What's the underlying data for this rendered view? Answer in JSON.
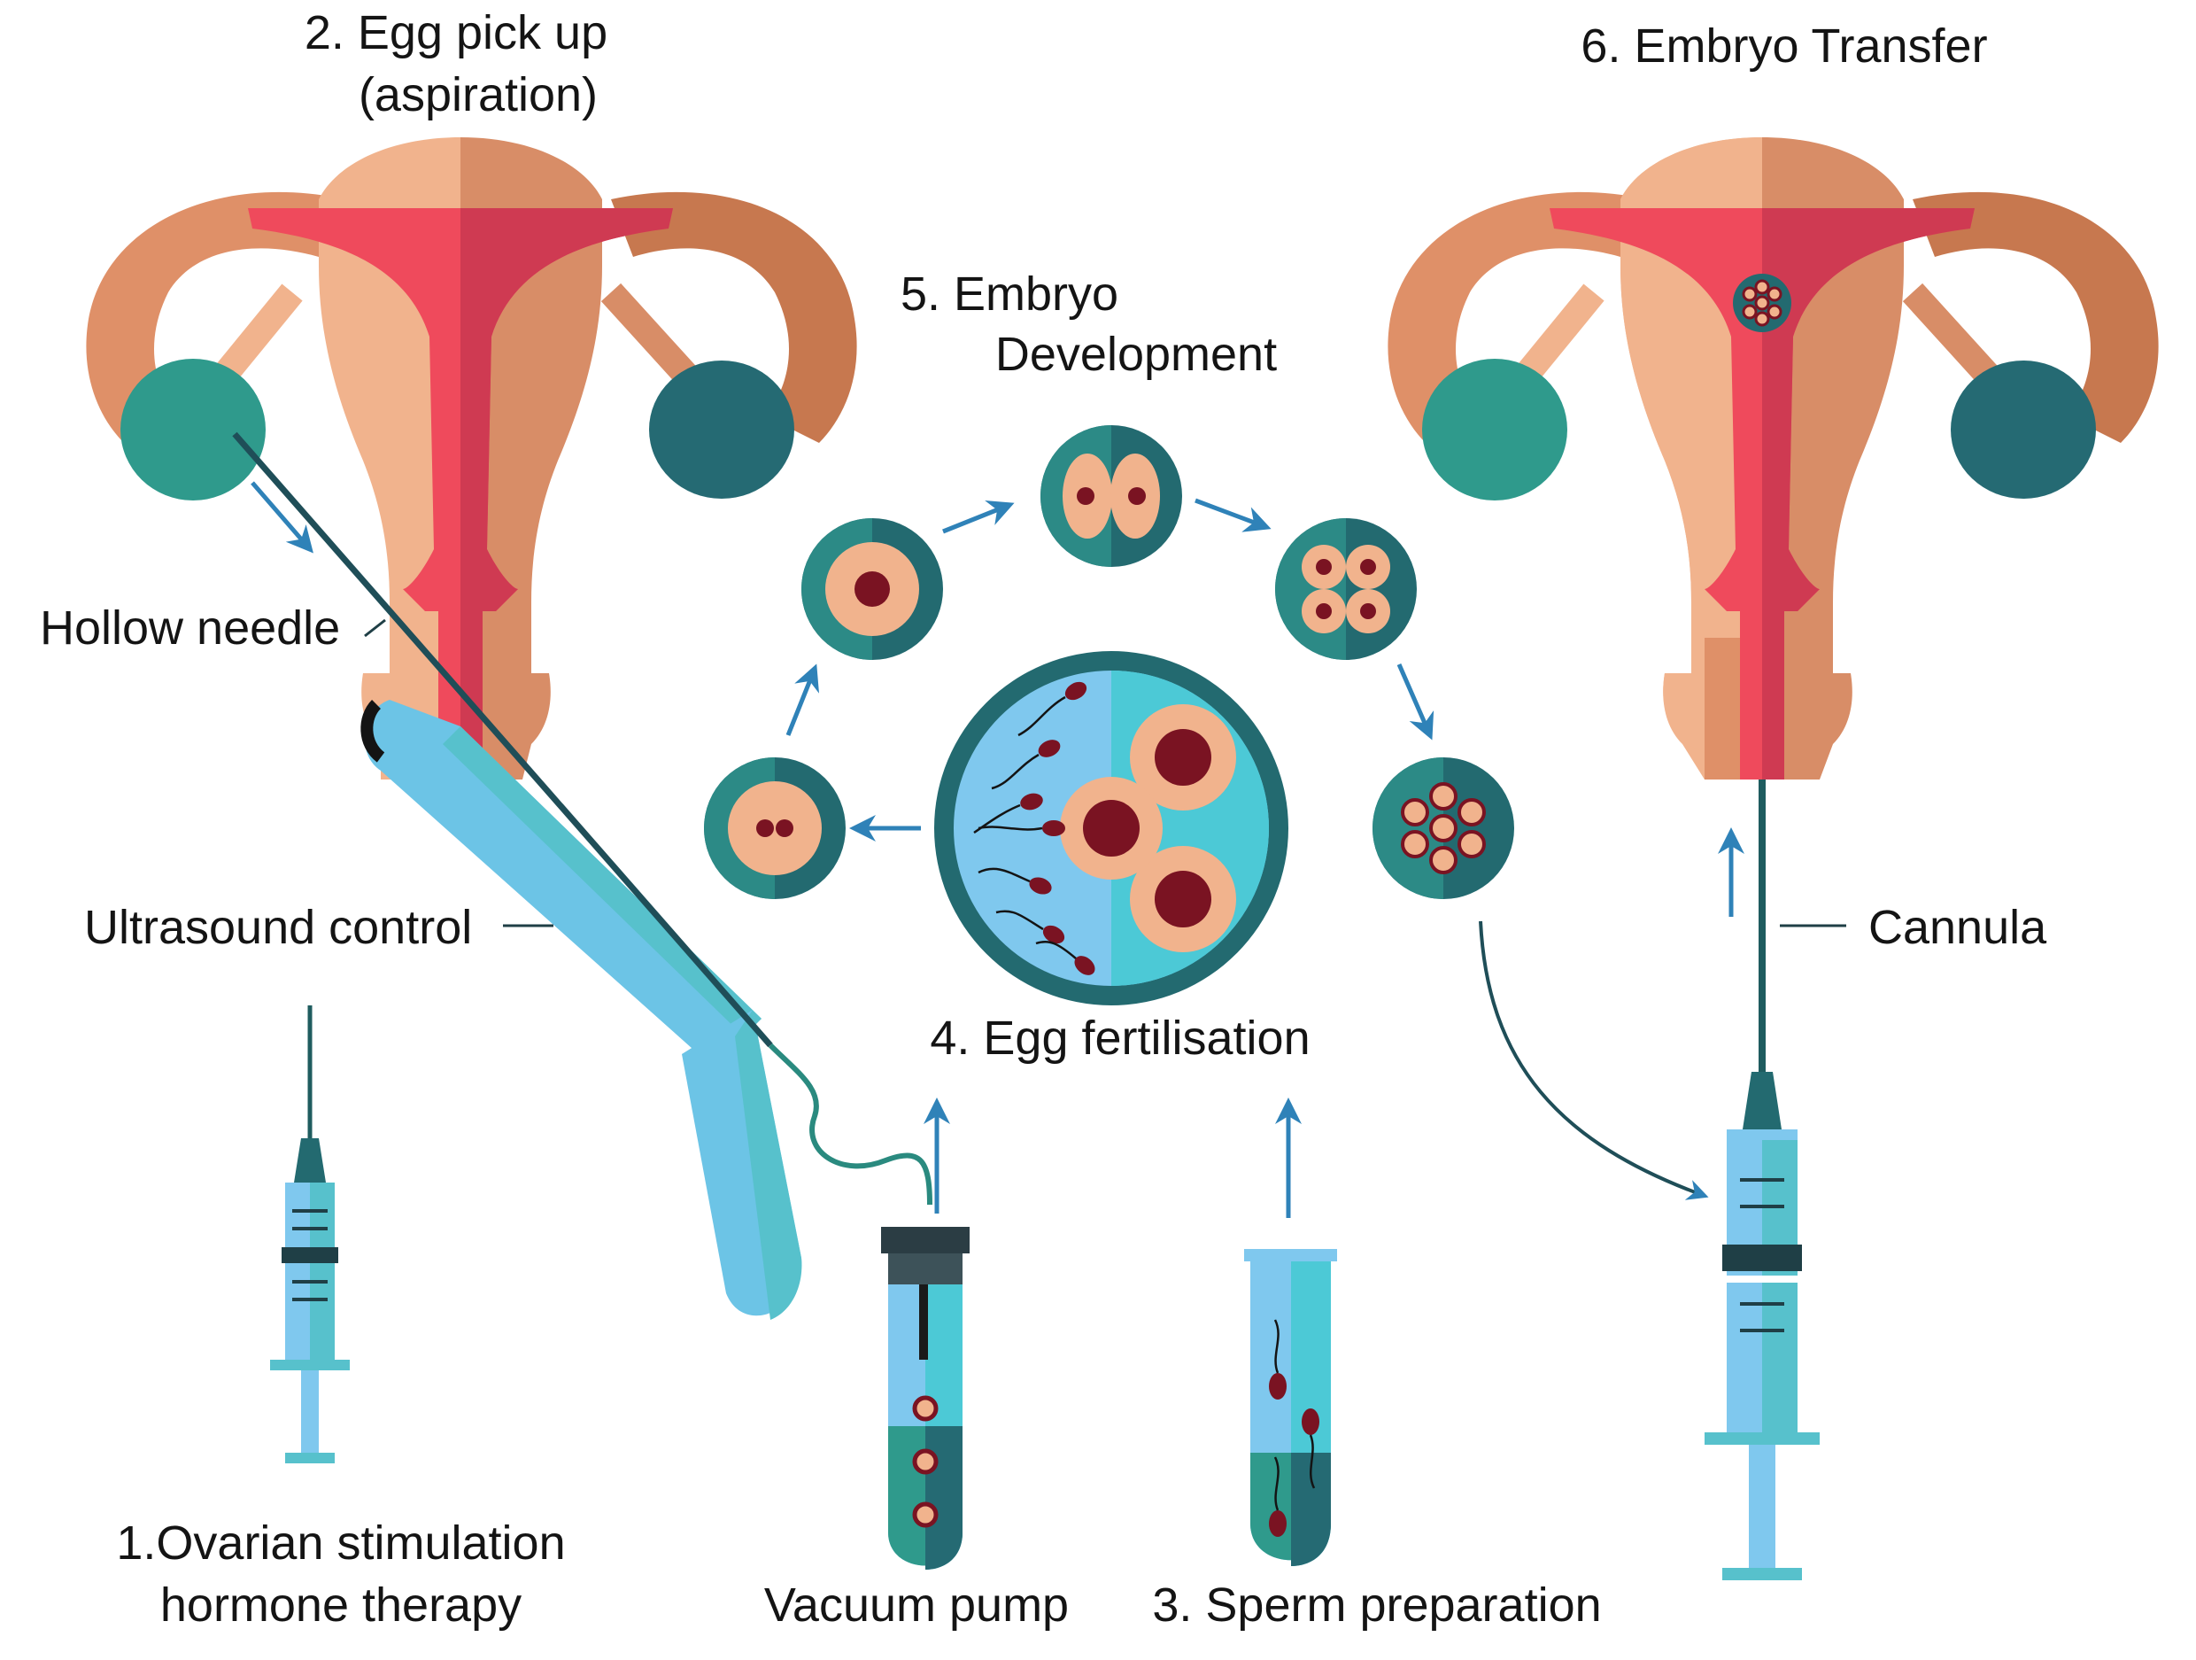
{
  "labels": {
    "egg_pickup_line1": "2. Egg pick up",
    "egg_pickup_line2": "(aspiration)",
    "embryo_transfer": "6. Embryo Transfer",
    "embryo_dev_line1": "5. Embryo",
    "embryo_dev_line2": "Development",
    "hollow_needle": "Hollow needle",
    "ultrasound_control": "Ultrasound control",
    "egg_fertilisation": "4. Egg fertilisation",
    "cannula": "Cannula",
    "ovarian_line1": "1.Ovarian stimulation",
    "ovarian_line2": "hormone therapy",
    "vacuum_pump": "Vacuum pump",
    "sperm_prep": "3. Sperm preparation"
  },
  "colors": {
    "uterus_light": "#f1b38d",
    "uterus_dark": "#d88d67",
    "tube_light": "#df9068",
    "tube_dark": "#c7784f",
    "cavity_light": "#ef4a5c",
    "cavity_dark": "#cf3a52",
    "ovary_light": "#2f9a8c",
    "ovary_dark": "#256a73",
    "teal_ring": "#2c8a86",
    "teal_ring_dark": "#236a70",
    "egg_fill": "#f1b38d",
    "nucleus": "#7a1322",
    "arrow": "#2f82b8",
    "liquid_light": "#7fc8ee",
    "liquid_cyan": "#4cc9d6",
    "probe_light": "#6cc4e6",
    "probe_dark": "#57c1cc"
  }
}
